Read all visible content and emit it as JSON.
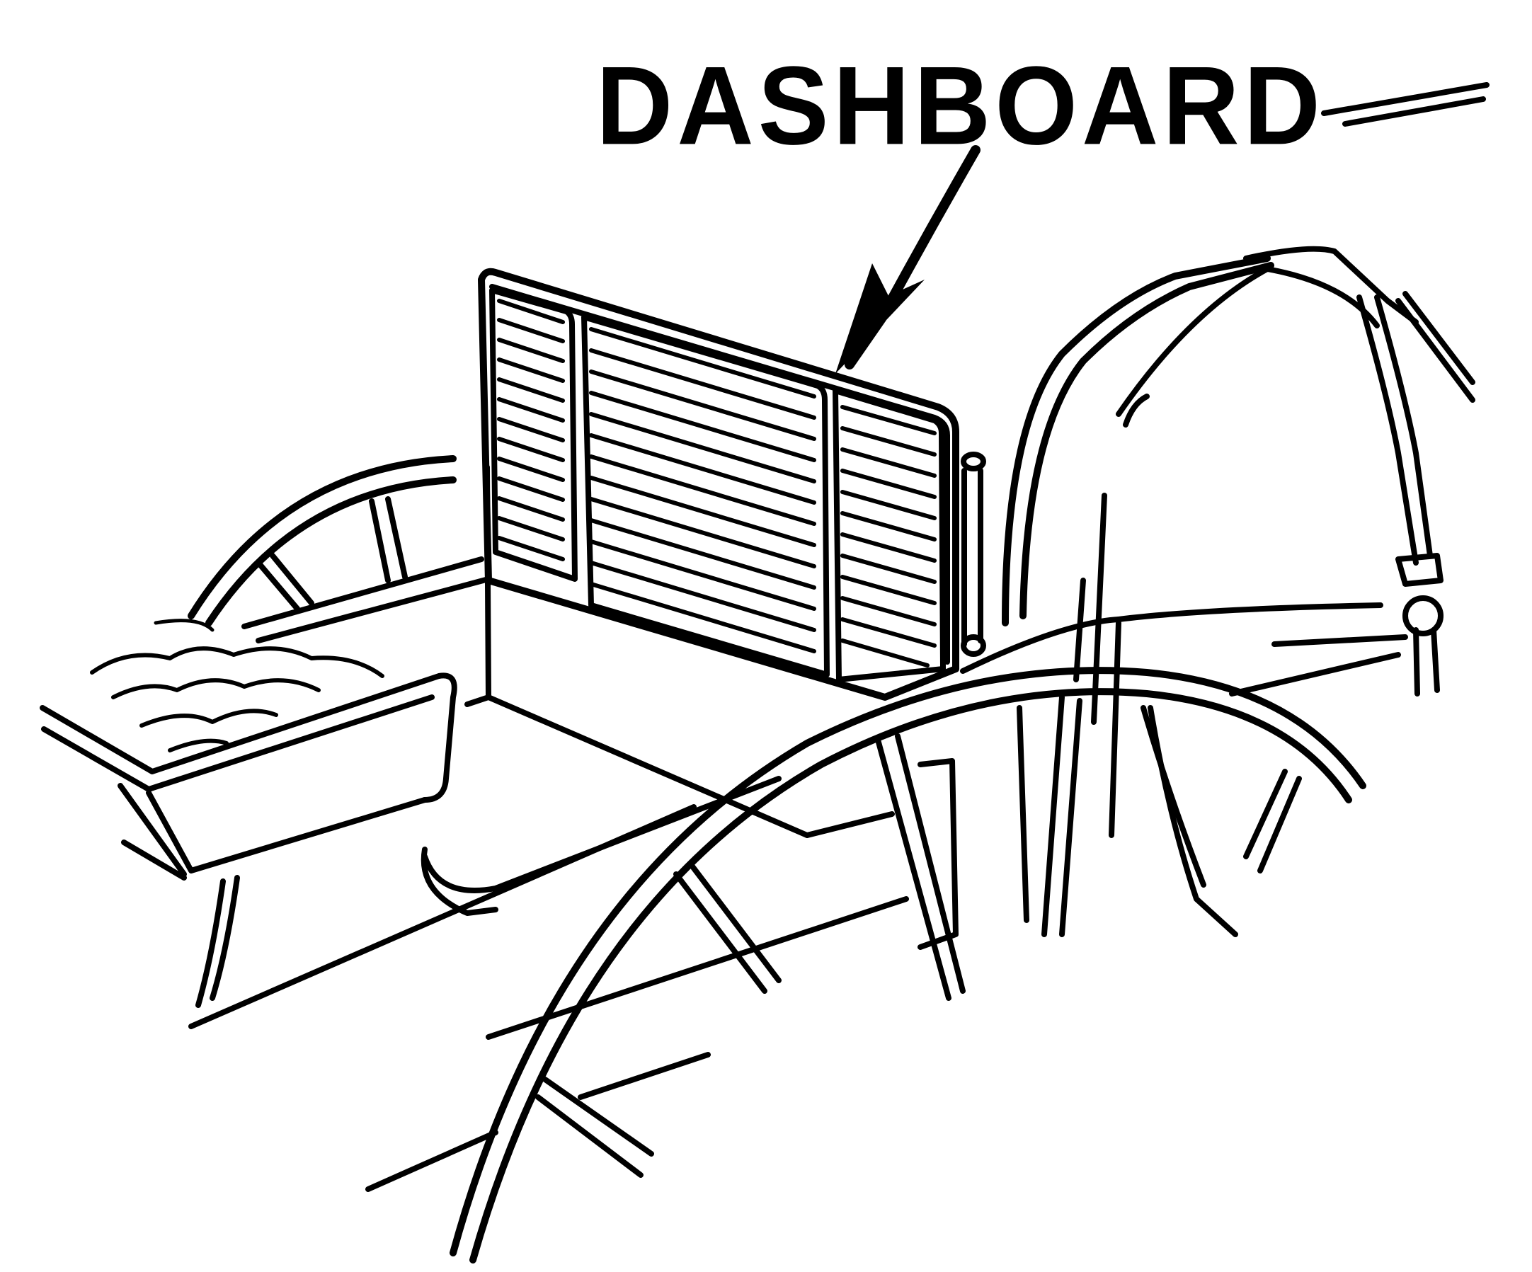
{
  "figure": {
    "callout_label": "DASHBOARD",
    "subject": "horse-drawn carriage",
    "ink_color": "#000000",
    "background_color": "#ffffff",
    "parts": [
      {
        "name": "dashboard",
        "labeled": true
      },
      {
        "name": "seat-cushion",
        "labeled": false
      },
      {
        "name": "rear-wheel",
        "labeled": false
      },
      {
        "name": "front-wheel",
        "labeled": false
      },
      {
        "name": "horse",
        "labeled": false
      },
      {
        "name": "harness",
        "labeled": false
      },
      {
        "name": "shaft",
        "labeled": false
      },
      {
        "name": "lamp",
        "labeled": false
      }
    ],
    "dashboard_panels": 3
  }
}
